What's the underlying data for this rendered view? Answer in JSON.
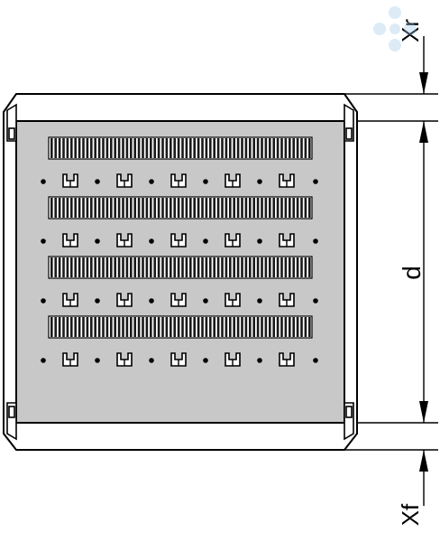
{
  "diagram": {
    "dimension_labels": {
      "rear_offset": "Xr",
      "depth": "d",
      "front_offset": "Xf"
    },
    "panel": {
      "slot_rows": 4,
      "clips_per_row": 5,
      "holes_per_row": 6,
      "panel_color": "#c8c8c8",
      "frame_color": "#ffffff",
      "line_color": "#000000"
    },
    "watermark_color": "#9cc8e8"
  }
}
